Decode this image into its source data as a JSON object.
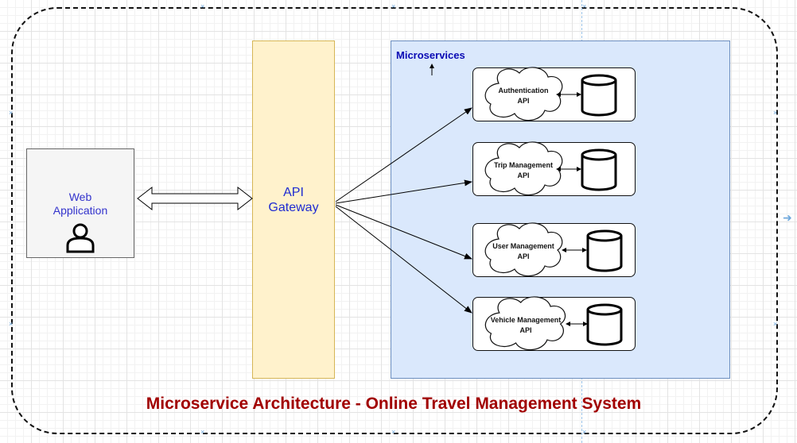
{
  "diagram": {
    "webapp": {
      "line1": "Web",
      "line2": "Application",
      "icon": "user-icon"
    },
    "gateway": {
      "line1": "API",
      "line2": "Gateway"
    },
    "microservices": {
      "title": "Microservices",
      "services": [
        {
          "line1": "Authentication",
          "line2": "API"
        },
        {
          "line1": "Trip Management",
          "line2": "API"
        },
        {
          "line1": "User Management",
          "line2": "API"
        },
        {
          "line1": "Vehicle Management",
          "line2": "API"
        }
      ]
    },
    "caption": "Microservice Architecture - Online Travel Management System",
    "colors": {
      "gateway_fill": "#fff2cc",
      "gateway_border": "#d6b656",
      "container_fill": "#dae8fc",
      "container_border": "#6c8ebf",
      "caption": "#a10000",
      "label_blue": "#1f2bd1"
    }
  }
}
